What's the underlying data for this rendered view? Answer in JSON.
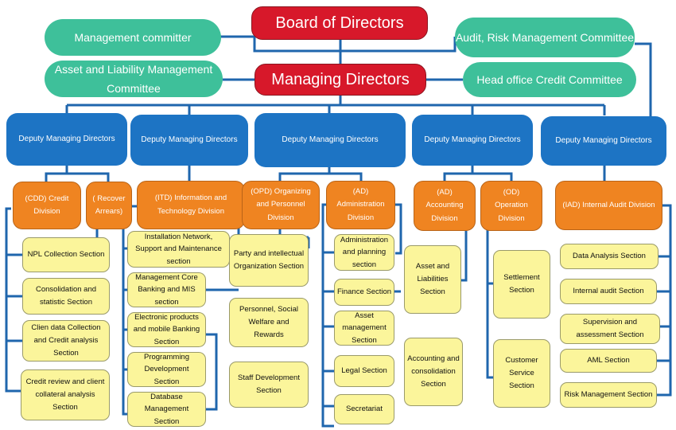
{
  "board": "Board of Directors",
  "managing": "Managing Directors",
  "committees": {
    "management": "Management committer",
    "audit_risk": "Audit, Risk Management Committee",
    "alm": "Asset and Liability Management Committee",
    "credit": "Head office Credit Committee"
  },
  "deputies": [
    "Deputy Managing Directors",
    "Deputy Managing Directors",
    "Deputy Managing Directors",
    "Deputy Managing Directors",
    "Deputy Managing Directors"
  ],
  "divisions": {
    "cdd": "(CDD) Credit Division",
    "recover": "( Recover Arrears)",
    "itd": "(ITD) Information and Technology Division",
    "opd": "(OPD) Organizing and Personnel Division",
    "ad_admin": "(AD) Administration Division",
    "ad_acct": "(AD) Accounting Division",
    "od": "(OD) Operation Division",
    "iad": "(IAD) Internal Audit Division"
  },
  "sections": {
    "credit": [
      "NPL Collection Section",
      "Consolidation and statistic Section",
      "Clien data Collection and Credit analysis Section",
      "Credit review and client collateral analysis Section"
    ],
    "itd": [
      "Installation Network, Support and Maintenance section",
      "Management Core Banking and MIS section",
      "Electronic products and mobile Banking Section",
      "Programming Development Section",
      "Database Management Section"
    ],
    "opd": [
      "Party and intellectual Organization Section",
      "Personnel, Social Welfare and Rewards",
      "Staff Development Section"
    ],
    "admin": [
      "Administration and planning section",
      "Finance Section",
      "Asset management Section",
      "Legal Section",
      "Secretariat"
    ],
    "accounting": [
      "Asset and Liabilities Section",
      "Accounting and consolidation Section"
    ],
    "operation": [
      "Settlement Section",
      "Customer Service Section"
    ],
    "audit": [
      "Data Analysis Section",
      "Internal audit Section",
      "Supervision and assessment Section",
      "AML Section",
      "Risk Management Section"
    ]
  }
}
